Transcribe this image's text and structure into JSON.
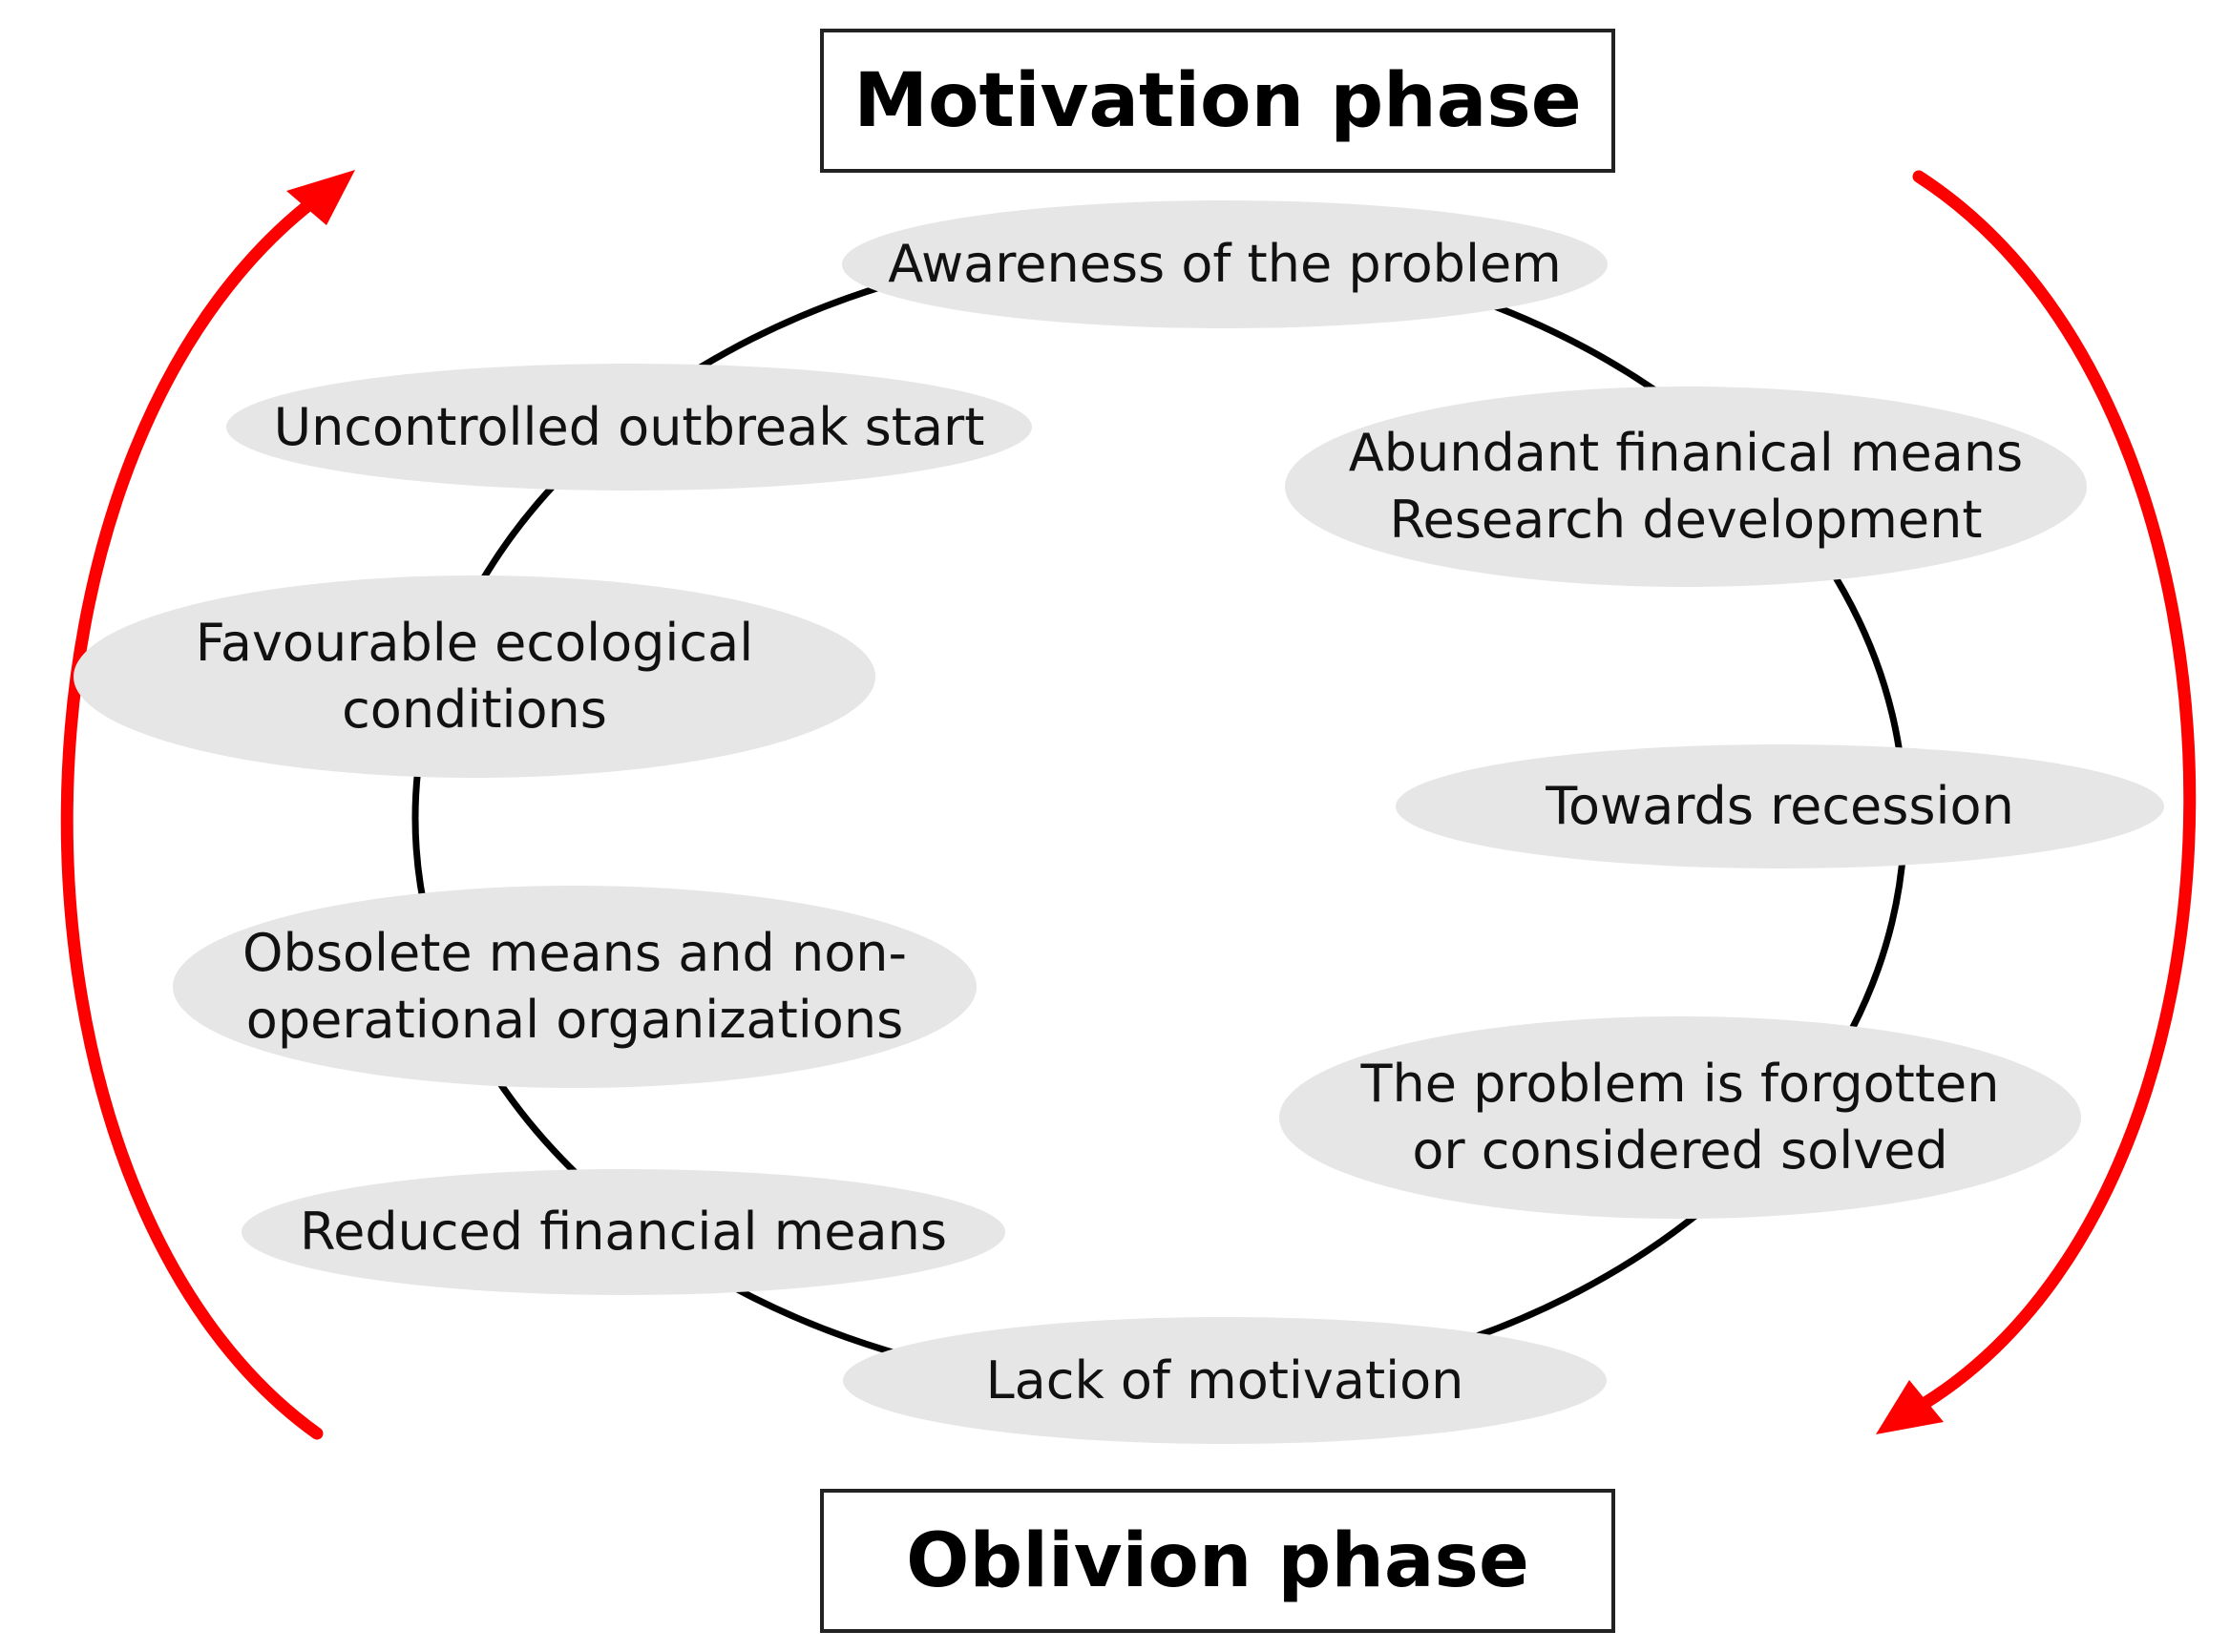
{
  "phases": {
    "top": "Motivation phase",
    "bottom": "Oblivion phase"
  },
  "stages": {
    "awareness": [
      "Awareness of the problem"
    ],
    "abundant": [
      "Abundant finanical means",
      "Research development"
    ],
    "recession": [
      "Towards recession"
    ],
    "forgotten": [
      "The problem is forgotten",
      "or considered solved"
    ],
    "lack": [
      "Lack of motivation"
    ],
    "reduced": [
      "Reduced financial means"
    ],
    "obsolete": [
      "Obsolete means and non-",
      "operational organizations"
    ],
    "favourable": [
      "Favourable ecological",
      "conditions"
    ],
    "uncontrolled": [
      "Uncontrolled outbreak start"
    ]
  },
  "colors": {
    "cycle_arrows": "#ff0000",
    "ring": "#000000",
    "stage_fill": "#e6e6e6"
  }
}
